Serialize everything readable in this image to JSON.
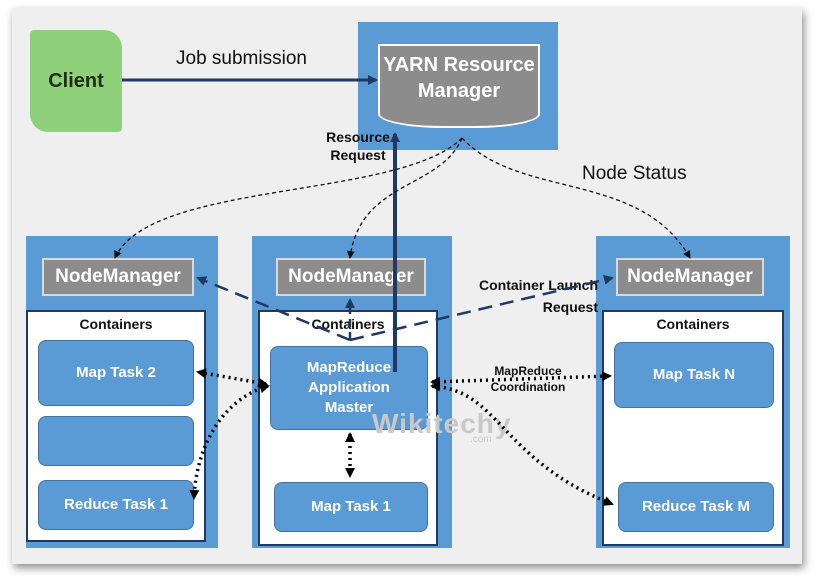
{
  "client": {
    "label": "Client"
  },
  "job_submission": "Job submission",
  "resource_manager": {
    "line1": "YARN Resource",
    "line2": "Manager"
  },
  "resource_request": {
    "line1": "Resource",
    "line2": "Request"
  },
  "node_status": "Node Status",
  "container_launch": {
    "line1": "Container Launch",
    "line2": "Request"
  },
  "mapreduce_coordination": {
    "line1": "MapReduce",
    "line2": "Coordination"
  },
  "nodes": {
    "left": {
      "manager": "NodeManager",
      "containers": "Containers",
      "task_top": "Map Task 2",
      "task_middle": "",
      "task_bottom": "Reduce Task 1"
    },
    "center": {
      "manager": "NodeManager",
      "containers": "Containers",
      "am_line1": "MapReduce",
      "am_line2": "Application",
      "am_line3": "Master",
      "task_bottom": "Map Task 1"
    },
    "right": {
      "manager": "NodeManager",
      "containers": "Containers",
      "task_top": "Map Task N",
      "task_bottom": "Reduce Task M"
    }
  },
  "watermark": {
    "brand": "Wikitechy",
    "sub": ".com"
  },
  "colors": {
    "panel": "#5b9bd5",
    "client": "#8fd17a",
    "manager": "#8c8c8c",
    "arrow": "#1f3864"
  }
}
